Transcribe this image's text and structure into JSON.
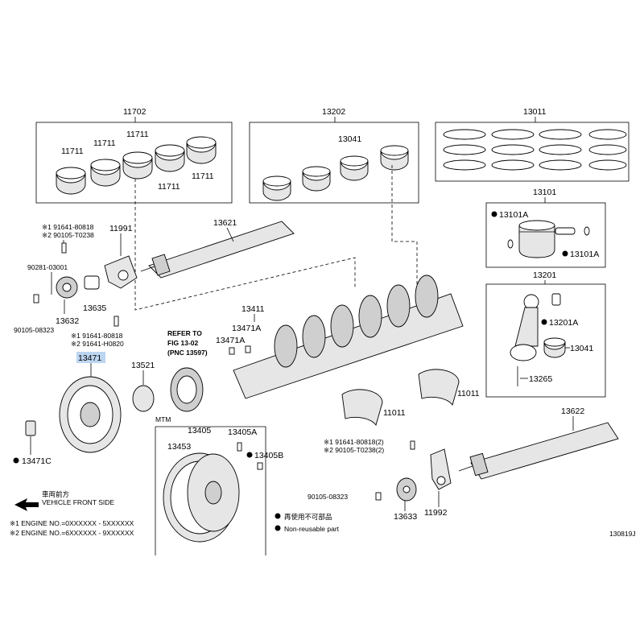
{
  "groups": {
    "g11702": "11702",
    "g13202": "13202",
    "g13011": "13011",
    "g13101": "13101",
    "g13201": "13201"
  },
  "parts": {
    "p11711": "11711",
    "p13041": "13041",
    "p13101A": "13101A",
    "p13201A": "13201A",
    "p13265": "13265",
    "p13621": "13621",
    "p13411": "13411",
    "p13471A": "13471A",
    "p11011": "11011",
    "p13622": "13622",
    "p11991": "11991",
    "p11992": "11992",
    "p13635": "13635",
    "p13632": "13632",
    "p13633": "13633",
    "p13471": "13471",
    "p13471C": "13471C",
    "p13521": "13521",
    "p13405": "13405",
    "p13453": "13453",
    "p13405A": "13405A",
    "p13405B": "13405B",
    "p90281": "90281-03001",
    "p90105a": "90105-08323",
    "p90105b": "90105-08323"
  },
  "notes": {
    "n1_91641_80818": "※1 91641-80818",
    "n2_90105_T0238": "※2 90105-T0238",
    "n1_91641_80818b": "※1 91641-80818",
    "n2_91641_H0820": "※2 91641-H0820",
    "n1_91641_80818_2": "※1 91641-80818(2)",
    "n2_90105_T0238_2": "※2 90105-T0238(2)",
    "refer1": "REFER TO",
    "refer2": "FIG 13-02",
    "refer3": "(PNC 13597)",
    "mtm": "MTM"
  },
  "legend": {
    "front_jp": "車両前方",
    "front_en": "VEHICLE FRONT SIDE",
    "engine1": "※1 ENGINE NO.=0XXXXXX - 5XXXXXX",
    "engine2": "※2 ENGINE NO.=6XXXXXX - 9XXXXXX",
    "nonreuse_jp": "再使用不可部品",
    "nonreuse_en": "Non-reusable part"
  },
  "figure_id": "130819J",
  "highlight_color": "#bcd5f0"
}
